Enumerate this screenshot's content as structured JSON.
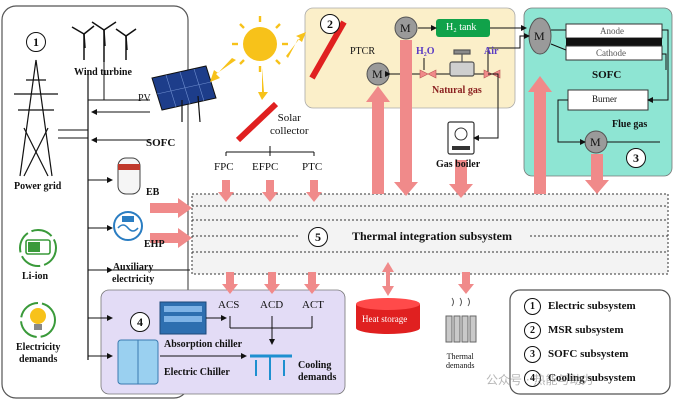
{
  "labels": {
    "wind_turbine": "Wind turbine",
    "pv": "PV",
    "sofc_line": "SOFC",
    "power_grid": "Power grid",
    "eb": "EB",
    "ehp": "EHP",
    "li_ion": "Li-ion",
    "auxiliary_electricity": "Auxiliary\nelectricity",
    "electricity_demands": "Electricity\ndemands",
    "solar_collector": "Solar\ncollector",
    "fpc": "FPC",
    "efpc": "EFPC",
    "ptc": "PTC",
    "ptcr": "PTCR",
    "h2_tank": "H₂ tank",
    "h2o": "H₂O",
    "air": "Air",
    "natural_gas": "Natural gas",
    "gas_boiler": "Gas boiler",
    "anode": "Anode",
    "cathode": "Cathode",
    "sofc": "SOFC",
    "burner": "Burner",
    "flue_gas": "Flue gas",
    "m": "M",
    "thermal_integration": "Thermal integration subsystem",
    "acs": "ACS",
    "acd": "ACD",
    "act": "ACT",
    "absorption_chiller": "Absorption chiller",
    "electric_chiller": "Electric Chiller",
    "cooling_demands": "Cooling\ndemands",
    "heat_storage": "Heat storage",
    "thermal_demands": "Thermal\ndemands"
  },
  "numbers": {
    "n1": "1",
    "n2": "2",
    "n3": "3",
    "n4": "4",
    "n5": "5"
  },
  "legend": [
    {
      "num": "1",
      "label": "Electric subsystem"
    },
    {
      "num": "2",
      "label": "MSR subsystem"
    },
    {
      "num": "3",
      "label": "SOFC subsystem"
    },
    {
      "num": "4",
      "label": "Cooling subsystem"
    }
  ],
  "watermark": "公众号 · 热能与动力",
  "colors": {
    "msr_bg": "#fbefc9",
    "sofc_bg": "#8ee5d3",
    "cooling_bg": "#e3dcf6",
    "arrow_pink": "#f08a8a",
    "heat_red": "#e02020",
    "h2_green": "#10a24a",
    "m_gray": "#9a9a9a",
    "sun_yellow": "#f7c21a"
  }
}
